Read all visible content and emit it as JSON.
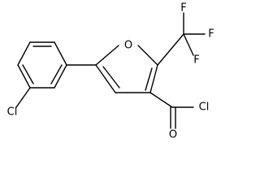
{
  "molecule": {
    "atoms": {
      "ring_oxygen": "O",
      "cf3_f_top": "F",
      "cf3_f_right": "F",
      "cf3_f_bottom": "F",
      "acyl_chloride_cl": "Cl",
      "carbonyl_oxygen": "O",
      "aryl_chloride_cl": "Cl"
    }
  }
}
